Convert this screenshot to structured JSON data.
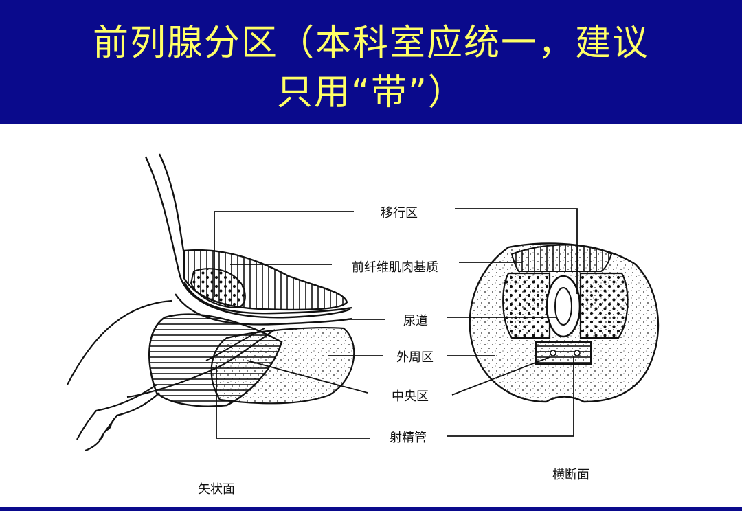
{
  "slide": {
    "title_line_1": "前列腺分区（本科室应统一，建议",
    "title_line_2": "只用“带”）"
  },
  "diagram": {
    "labels": {
      "transition_zone": "移行区",
      "anterior_fibromuscular_stroma": "前纤维肌肉基质",
      "urethra": "尿道",
      "peripheral_zone": "外周区",
      "central_zone": "中央区",
      "ejaculatory_duct": "射精管"
    },
    "view_labels": {
      "sagittal": "矢状面",
      "transverse": "横断面"
    }
  },
  "colors": {
    "header_bg": "#0a0a8c",
    "title_text": "#ffff66",
    "line": "#111111"
  }
}
